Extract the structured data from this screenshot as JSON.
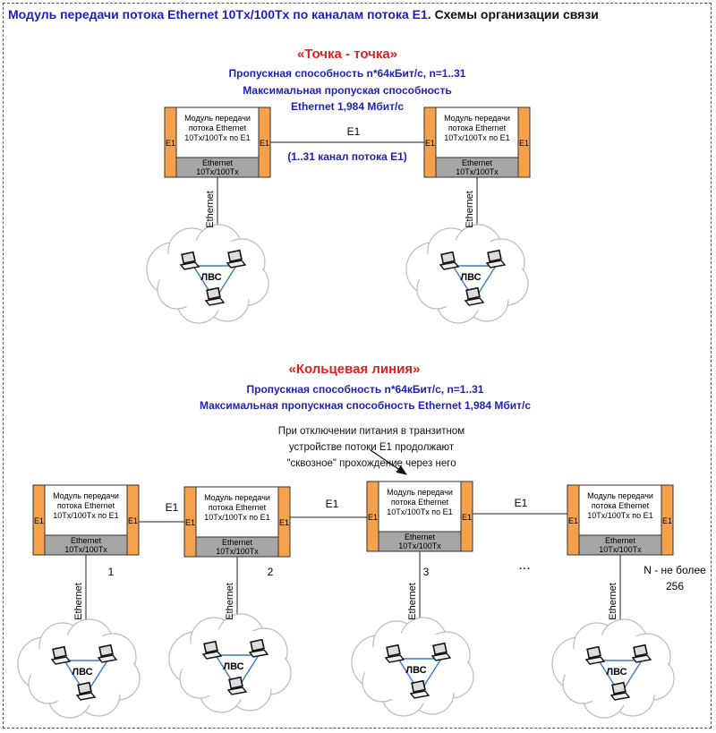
{
  "title": {
    "main": "Модуль передачи потока Ethernet 10Tx/100Tx по каналам потока E1.",
    "sub": "Схемы организации связи"
  },
  "module": {
    "line1": "Модуль передачи",
    "line2": "потока Ethernet",
    "line3": "10Tx/100Tx по E1",
    "eth1": "Ethernet",
    "eth2": "10Tx/100Tx",
    "port": "E1"
  },
  "lan_label": "ЛВС",
  "ethernet_label": "Ethernet",
  "p2p": {
    "heading": "«Точка - точка»",
    "line1": "Пропускная способность n*64кБит/с, n=1..31",
    "line2": "Максимальная пропуская способность",
    "line3": "Ethernet 1,984 Мбит/с",
    "link_label": "E1",
    "channel_label": "(1..31 канал потока E1)"
  },
  "ring": {
    "heading": "«Кольцевая линия»",
    "line1": "Пропускная способность n*64кБит/с, n=1..31",
    "line2": "Максимальная пропускная способность Ethernet 1,984 Мбит/с",
    "note1": "При отключении питания в транзитном",
    "note2": "устройстве потоки E1 продолжают",
    "note3": "\"сквозное\" прохождение через него",
    "link_label": "E1",
    "node1": "1",
    "node2": "2",
    "node3": "3",
    "ellipsis": "...",
    "nodeN1": "N - не более",
    "nodeN2": "256"
  },
  "colors": {
    "port": "#f5a04a",
    "eth_block": "#a6a6a6",
    "heading_red": "#e02020",
    "text_blue": "#1f1fc0",
    "lan_link": "#3a78c8"
  }
}
